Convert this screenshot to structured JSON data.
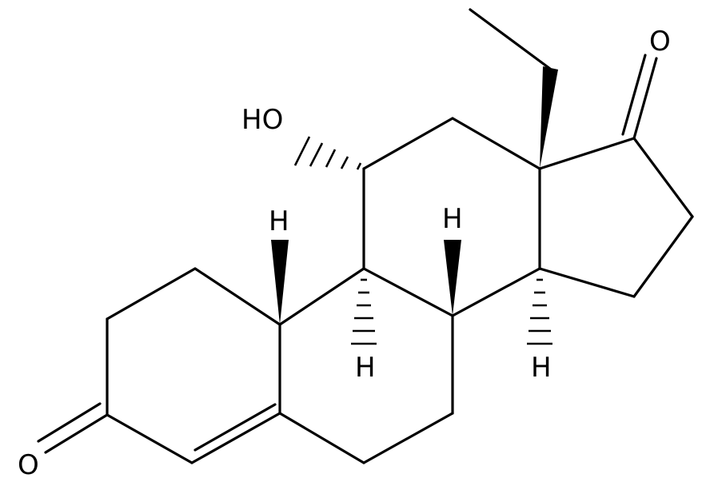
{
  "labels": {
    "hydroxyl": "HO",
    "ketone_17_oxygen": "O",
    "ketone_3_oxygen": "O",
    "h_c9": "H",
    "h_c8": "H",
    "h_c10": "H",
    "h_c14": "H"
  }
}
